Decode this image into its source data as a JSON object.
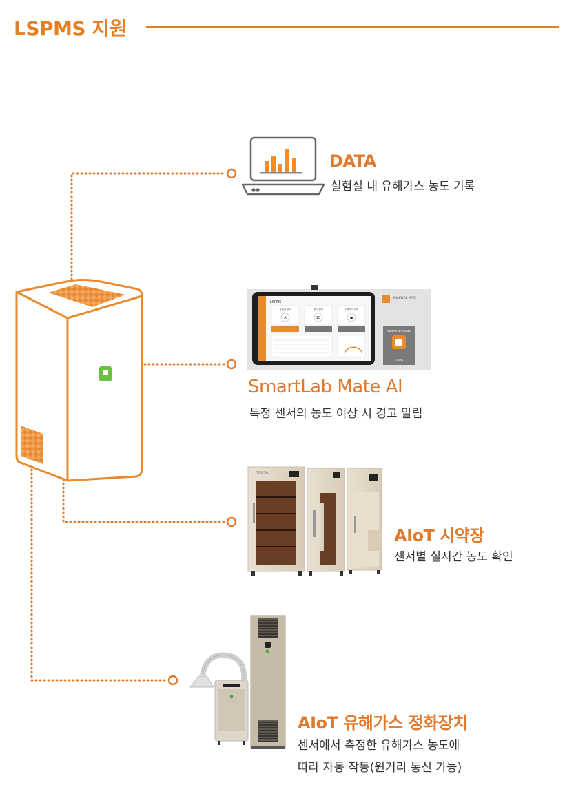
{
  "header": {
    "title": "LSPMS 지원"
  },
  "colors": {
    "accent": "#e67e22",
    "dot_line": "#e07a2e"
  },
  "items": [
    {
      "title": "DATA",
      "desc": "실험실 내 유해가스 농도 기록",
      "icon": "laptop-chart-icon"
    },
    {
      "title": "SmartLab Mate AI",
      "desc": "특정 센서의 농도 이상 시 경고 알림",
      "icon": "smartlab-monitor"
    },
    {
      "title": "AIoT 시약장",
      "desc": "센서별 실시간 농도 확인",
      "icon": "reagent-cabinets"
    },
    {
      "title": "AIoT 유해가스 정화장치",
      "desc_line1": "센서에서 측정한 유해가스 농도에",
      "desc_line2": "따라 자동 작동(원거리 통신 가능)",
      "icon": "gas-purifier"
    }
  ],
  "monitor_screen": {
    "app_title": "LSPMS",
    "brand": "SMARTLAB MATE",
    "card_labels": [
      "실험실 상태",
      "환기 설정",
      "유해가스 경보"
    ],
    "card_values": [
      "A",
      "18",
      "●"
    ],
    "side_label": "SMART FUME HOLDER",
    "side_logo": "TOEMS"
  },
  "cabinet_brand": "TOEGA"
}
